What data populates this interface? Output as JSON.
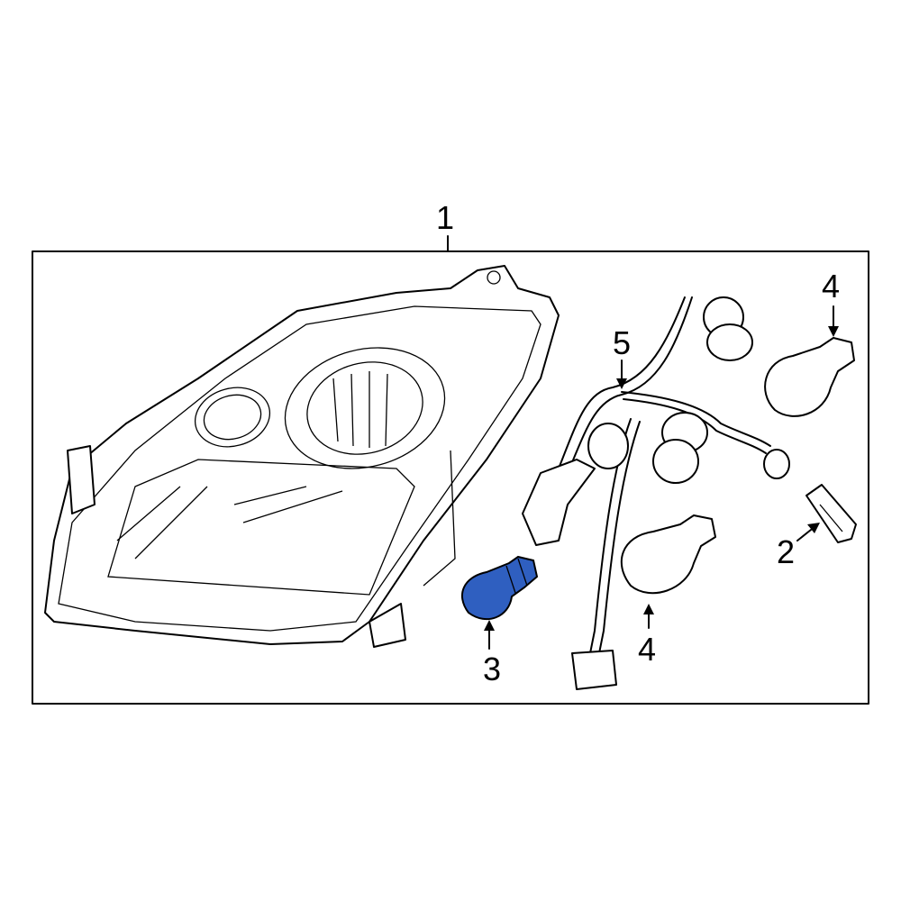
{
  "callouts": [
    {
      "number": "1"
    },
    {
      "number": "2"
    },
    {
      "number": "3"
    },
    {
      "number": "4"
    },
    {
      "number": "4"
    },
    {
      "number": "5"
    }
  ],
  "highlight_color": "#2f5fc0",
  "line_color": "#000000"
}
